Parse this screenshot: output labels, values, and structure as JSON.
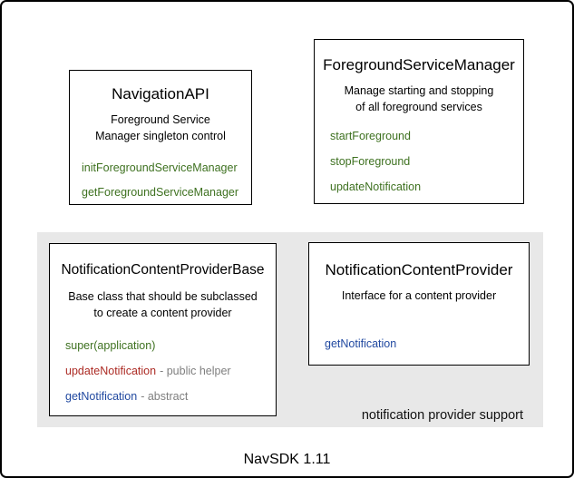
{
  "diagram": {
    "footer_label": "NavSDK 1.11",
    "group": {
      "caption": "notification provider support"
    },
    "colors": {
      "method_green": "#3e7120",
      "method_red": "#ac2b24",
      "method_blue": "#2149a0",
      "annotation_gray": "#7f7f7f",
      "panel_gray": "#e8e8e8",
      "border_black": "#000000"
    },
    "boxes": [
      {
        "title": "NavigationAPI",
        "description": [
          "Foreground Service",
          "Manager singleton control"
        ],
        "methods": [
          {
            "label": "initForegroundServiceManager",
            "suffix": ""
          },
          {
            "label": "getForegroundServiceManager",
            "suffix": ""
          }
        ]
      },
      {
        "title": "ForegroundServiceManager",
        "description": [
          "Manage starting and stopping",
          "of all foreground services"
        ],
        "methods": [
          {
            "label": "startForeground",
            "suffix": ""
          },
          {
            "label": "stopForeground",
            "suffix": ""
          },
          {
            "label": "updateNotification",
            "suffix": ""
          }
        ]
      },
      {
        "title": "NotificationContentProviderBase",
        "description": [
          "Base class that should be subclassed",
          "to create a content provider"
        ],
        "methods": [
          {
            "label": "super(application)",
            "suffix": ""
          },
          {
            "label": "updateNotification",
            "suffix": "- public helper"
          },
          {
            "label": "getNotification",
            "suffix": "- abstract"
          }
        ]
      },
      {
        "title": "NotificationContentProvider",
        "description": [
          "Interface for a content provider"
        ],
        "methods": [
          {
            "label": "getNotification",
            "suffix": ""
          }
        ]
      }
    ]
  }
}
